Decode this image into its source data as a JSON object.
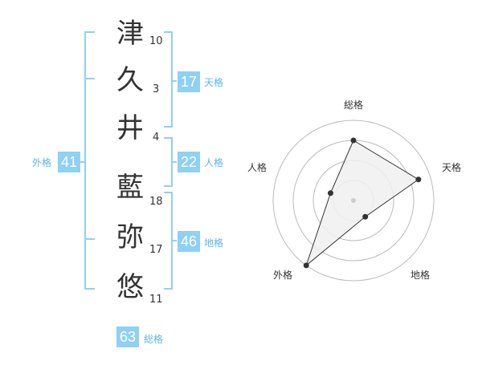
{
  "name": {
    "chars": [
      {
        "char": "津",
        "strokes": "10"
      },
      {
        "char": "久",
        "strokes": "3"
      },
      {
        "char": "井",
        "strokes": "4"
      },
      {
        "char": "藍",
        "strokes": "18"
      },
      {
        "char": "弥",
        "strokes": "17"
      },
      {
        "char": "悠",
        "strokes": "11"
      }
    ]
  },
  "fortunes": {
    "tenkaku": {
      "value": "17",
      "label": "天格"
    },
    "jinkaku": {
      "value": "22",
      "label": "人格"
    },
    "chikaku": {
      "value": "46",
      "label": "地格"
    },
    "gaikaku": {
      "value": "41",
      "label": "外格"
    },
    "soukaku": {
      "value": "63",
      "label": "総格"
    }
  },
  "colors": {
    "accent": "#8fd0f5",
    "label": "#5bb6ea",
    "bracket": "#8fd0f5",
    "text": "#333333"
  },
  "chart_data": {
    "type": "radar",
    "axes": [
      "総格",
      "天格",
      "地格",
      "外格",
      "人格"
    ],
    "values": [
      0.75,
      0.85,
      0.25,
      1.0,
      0.3
    ],
    "rings": 4
  }
}
